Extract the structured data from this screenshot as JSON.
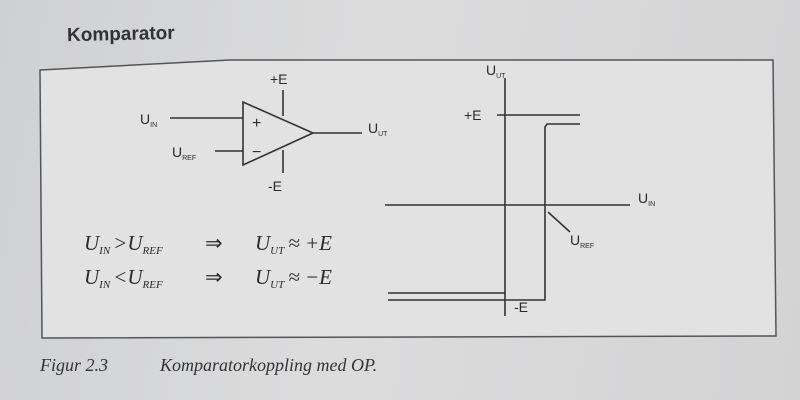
{
  "heading": "Komparator",
  "circuit": {
    "input_label": "U",
    "input_sub": "IN",
    "ref_label": "U",
    "ref_sub": "REF",
    "output_label": "U",
    "output_sub": "UT",
    "plus_supply": "+E",
    "minus_supply": "-E",
    "plus_sign": "+",
    "minus_sign": "−"
  },
  "graph": {
    "y_axis_label": "U",
    "y_axis_sub": "UT",
    "x_axis_label": "U",
    "x_axis_sub": "IN",
    "high_level": "+E",
    "low_level": "-E",
    "threshold_label": "U",
    "threshold_sub": "REF"
  },
  "equations": [
    {
      "lhs": "U",
      "lhs_sub": "IN",
      "op": ">",
      "rhs": "U",
      "rhs_sub": "REF",
      "implies": "⇒",
      "out": "U",
      "out_sub": "UT",
      "result": "≈ +E"
    },
    {
      "lhs": "U",
      "lhs_sub": "IN",
      "op": "<",
      "rhs": "U",
      "rhs_sub": "REF",
      "implies": "⇒",
      "out": "U",
      "out_sub": "UT",
      "result": "≈ −E"
    }
  ],
  "caption": {
    "number": "Figur 2.3",
    "text": "Komparatorkoppling med OP."
  }
}
